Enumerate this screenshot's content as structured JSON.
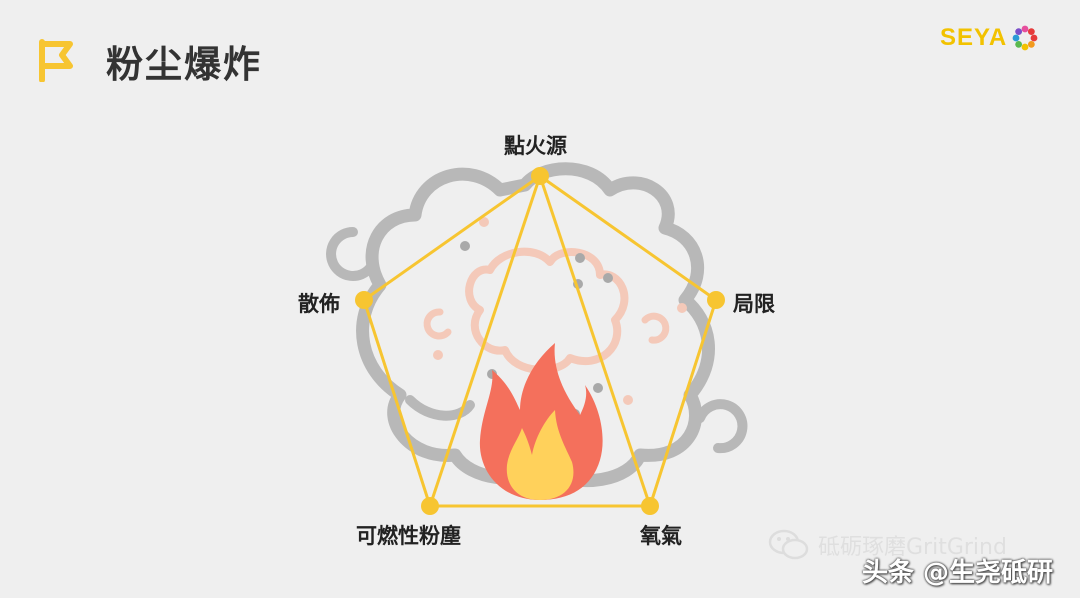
{
  "title": "粉尘爆炸",
  "brand": {
    "name": "SEYA",
    "colors": [
      "#e63b3b",
      "#f29a1e",
      "#f2c200",
      "#5ab94f",
      "#2a9bd6",
      "#7b4fc9",
      "#e64f9d"
    ]
  },
  "diagram": {
    "nodes": {
      "top": "點火源",
      "left": "散佈",
      "right": "局限",
      "bottom_left": "可燃性粉塵",
      "bottom_right": "氧氣"
    },
    "colors": {
      "lines": "#f7c531",
      "dust_cloud": "#b8b8b8",
      "inner_cloud": "#f4c9b9",
      "flame_outer": "#f4705c",
      "flame_inner": "#ffd15b"
    }
  },
  "watermark": {
    "text": "砥砺琢磨GritGrind",
    "icon": "wechat-icon"
  },
  "source_tag": "头条 @生尧砥研"
}
